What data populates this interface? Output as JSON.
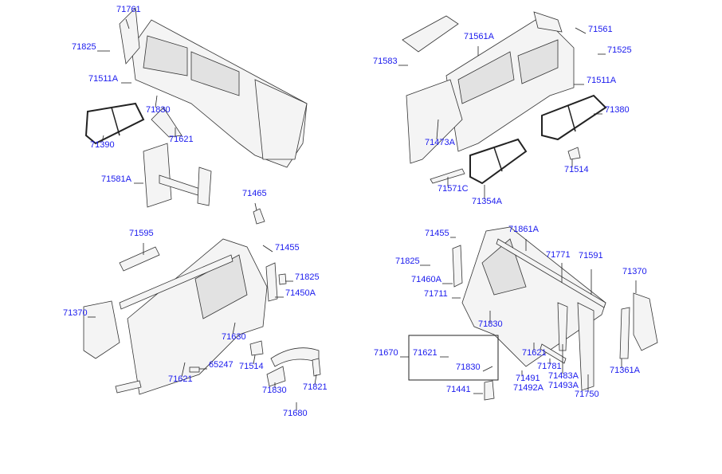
{
  "title": "Side Body Panel Parts Diagram",
  "accent_color": "#1a1aee",
  "labels": [
    "71761",
    "71825",
    "71511A",
    "71830",
    "71390",
    "71621",
    "71581A",
    "71465",
    "71583",
    "71561A",
    "71561",
    "71525",
    "71511A",
    "71380",
    "71473A",
    "71514",
    "71571C",
    "71354A",
    "71595",
    "71455",
    "71825",
    "71450A",
    "71370",
    "71630",
    "71514",
    "65247",
    "71621",
    "71830",
    "71821",
    "71680",
    "71455",
    "71861A",
    "71825",
    "71771",
    "71591",
    "71370",
    "71460A",
    "71711",
    "71830",
    "71670",
    "71621",
    "71621",
    "71830",
    "71781",
    "71483A",
    "71493A",
    "71491",
    "71492A",
    "71361A",
    "71750",
    "71441"
  ]
}
